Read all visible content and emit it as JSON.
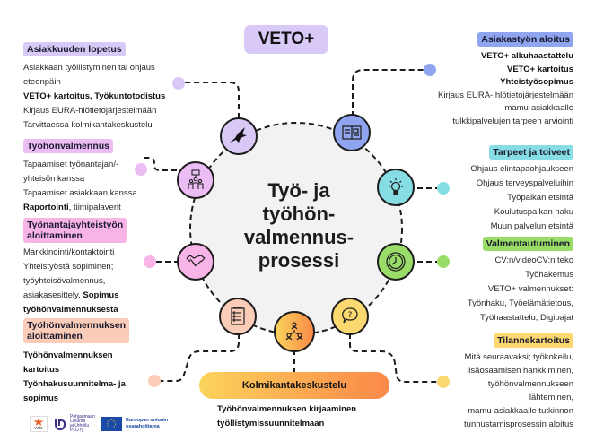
{
  "title": "VETO+",
  "center_title_lines": [
    "Työ- ja",
    "työhön-",
    "valmennus-",
    "prosessi"
  ],
  "colors": {
    "lavender": "#d9c9f7",
    "pink_purple": "#ecbcf5",
    "pink": "#f8b4e6",
    "peach": "#fbcdb9",
    "blue": "#8fa5ef",
    "cyan": "#86dde4",
    "green": "#99dc67",
    "yellow": "#fbd870",
    "orange": "#fba65a"
  },
  "sections": {
    "asiakkuuden_lopetus": {
      "heading": "Asiakkuuden lopetus",
      "lines": [
        {
          "text": "Asiakkaan työllistyminen tai ohjaus",
          "bold": false
        },
        {
          "text": "eteenpäin",
          "bold": false
        },
        {
          "text": "VETO+ kartoitus, Työkuntotodistus",
          "bold": true
        },
        {
          "text": "Kirjaus EURA-hlötietojärjestelmään",
          "bold": false
        },
        {
          "text": "Tarvittaessa kolmikantakeskustelu",
          "bold": false
        }
      ]
    },
    "tyohonvalmennus": {
      "heading": "Työhönvalmennus",
      "lines": [
        {
          "text": "Tapaamiset työnantajan/-",
          "bold": false
        },
        {
          "text": "yhteisön kanssa",
          "bold": false
        },
        {
          "text": "Tapaamiset asiakkaan kanssa",
          "bold": false
        }
      ],
      "last_line_bold": "Raportointi",
      "last_line_rest": ", tiimipalaverit"
    },
    "tyonantajayhteistyo": {
      "heading_line1": "Työnantajayhteistyön",
      "heading_line2": "aloittaminen",
      "lines": [
        {
          "text": "Markkinointi/kontaktointi",
          "bold": false
        },
        {
          "text": "Yhteistyöstä sopiminen;",
          "bold": false
        },
        {
          "text": "työyhteisövalmennus,",
          "bold": false
        }
      ],
      "line4_normal": "asiakasesittely, ",
      "line4_bold": "Sopimus",
      "line5": "työhönvalmennuksesta"
    },
    "tyohonvalmennuksen_aloittaminen": {
      "heading_line1": "Työhönvalmennuksen",
      "heading_line2": "aloittaminen",
      "lines": [
        {
          "text": "Työhönvalmennuksen",
          "bold": true
        },
        {
          "text": "kartoitus",
          "bold": true
        },
        {
          "text": "Työnhakusuunnitelma- ja",
          "bold": true
        },
        {
          "text": "sopimus",
          "bold": true
        }
      ]
    },
    "asiakastyon_aloitus": {
      "heading": "Asiakastyön aloitus",
      "lines": [
        {
          "text": "VETO+ alkuhaastattelu",
          "bold": true
        },
        {
          "text": "VETO+ kartoitus",
          "bold": true
        },
        {
          "text": "Yhteistyösopimus",
          "bold": true
        },
        {
          "text": "Kirjaus EURA- hlötietojärjestelmään",
          "bold": false
        },
        {
          "text": "mamu-asiakkaalle",
          "bold": false
        },
        {
          "text": "tulkkipalvelujen tarpeen arviointi",
          "bold": false
        }
      ]
    },
    "tarpeet_ja_toiveet": {
      "heading": "Tarpeet ja toiveet",
      "lines": [
        {
          "text": "Ohjaus elintapaohjaukseen",
          "bold": false
        },
        {
          "text": "Ohjaus terveyspalveluihin",
          "bold": false
        },
        {
          "text": "Työpaikan etsintä",
          "bold": false
        },
        {
          "text": "Koulutuspaikan haku",
          "bold": false
        },
        {
          "text": "Muun palvelun etsintä",
          "bold": false
        }
      ]
    },
    "valmentautuminen": {
      "heading": "Valmentautuminen",
      "lines": [
        {
          "text": "CV:n/videoCV:n teko",
          "bold": false
        },
        {
          "text": "Työhakemus",
          "bold": false
        },
        {
          "text": "VETO+ valmennukset:",
          "bold": false
        },
        {
          "text": "Työnhaku, Työelämätietous,",
          "bold": false
        },
        {
          "text": "Työhaastattelu, Digipajat",
          "bold": false
        }
      ]
    },
    "tilannekartoitus": {
      "heading": "Tilannekartoitus",
      "lines": [
        {
          "text": "Mitä seuraavaksi; työkokeilu,",
          "bold": false
        },
        {
          "text": "lisäosaamisen hankkiminen,",
          "bold": false
        },
        {
          "text": "työhönvalmennukseen",
          "bold": false
        },
        {
          "text": "lähteminen,",
          "bold": false
        },
        {
          "text": "mamu-asiakkaalle tutkinnon",
          "bold": false
        },
        {
          "text": "tunnustamisprosessin aloitus",
          "bold": false
        }
      ]
    },
    "kolmikantakeskustelu": {
      "heading": "Kolmikantakeskustelu",
      "lines": [
        "Työhönvalmennuksen kirjaaminen",
        "työllistymissuunnitelmaan"
      ]
    }
  },
  "nodes": [
    {
      "name": "bird-icon",
      "color": "lavender"
    },
    {
      "name": "book-icon",
      "color": "blue"
    },
    {
      "name": "lightbulb-icon",
      "color": "cyan"
    },
    {
      "name": "clock-icon",
      "color": "green"
    },
    {
      "name": "question-bubble-icon",
      "color": "yellow"
    },
    {
      "name": "network-people-icon",
      "color": "orange"
    },
    {
      "name": "checklist-icon",
      "color": "peach"
    },
    {
      "name": "handshake-icon",
      "color": "pink"
    },
    {
      "name": "presenter-group-icon",
      "color": "pink_purple"
    }
  ],
  "footer": {
    "logo1_label": "veto",
    "logo2_lines": [
      "Pohjanmaan",
      "Liikunta",
      "ja Urheilu",
      "PLU ry"
    ],
    "eu_label_line1": "Euroopan unionin",
    "eu_label_line2": "osarahoittama"
  }
}
